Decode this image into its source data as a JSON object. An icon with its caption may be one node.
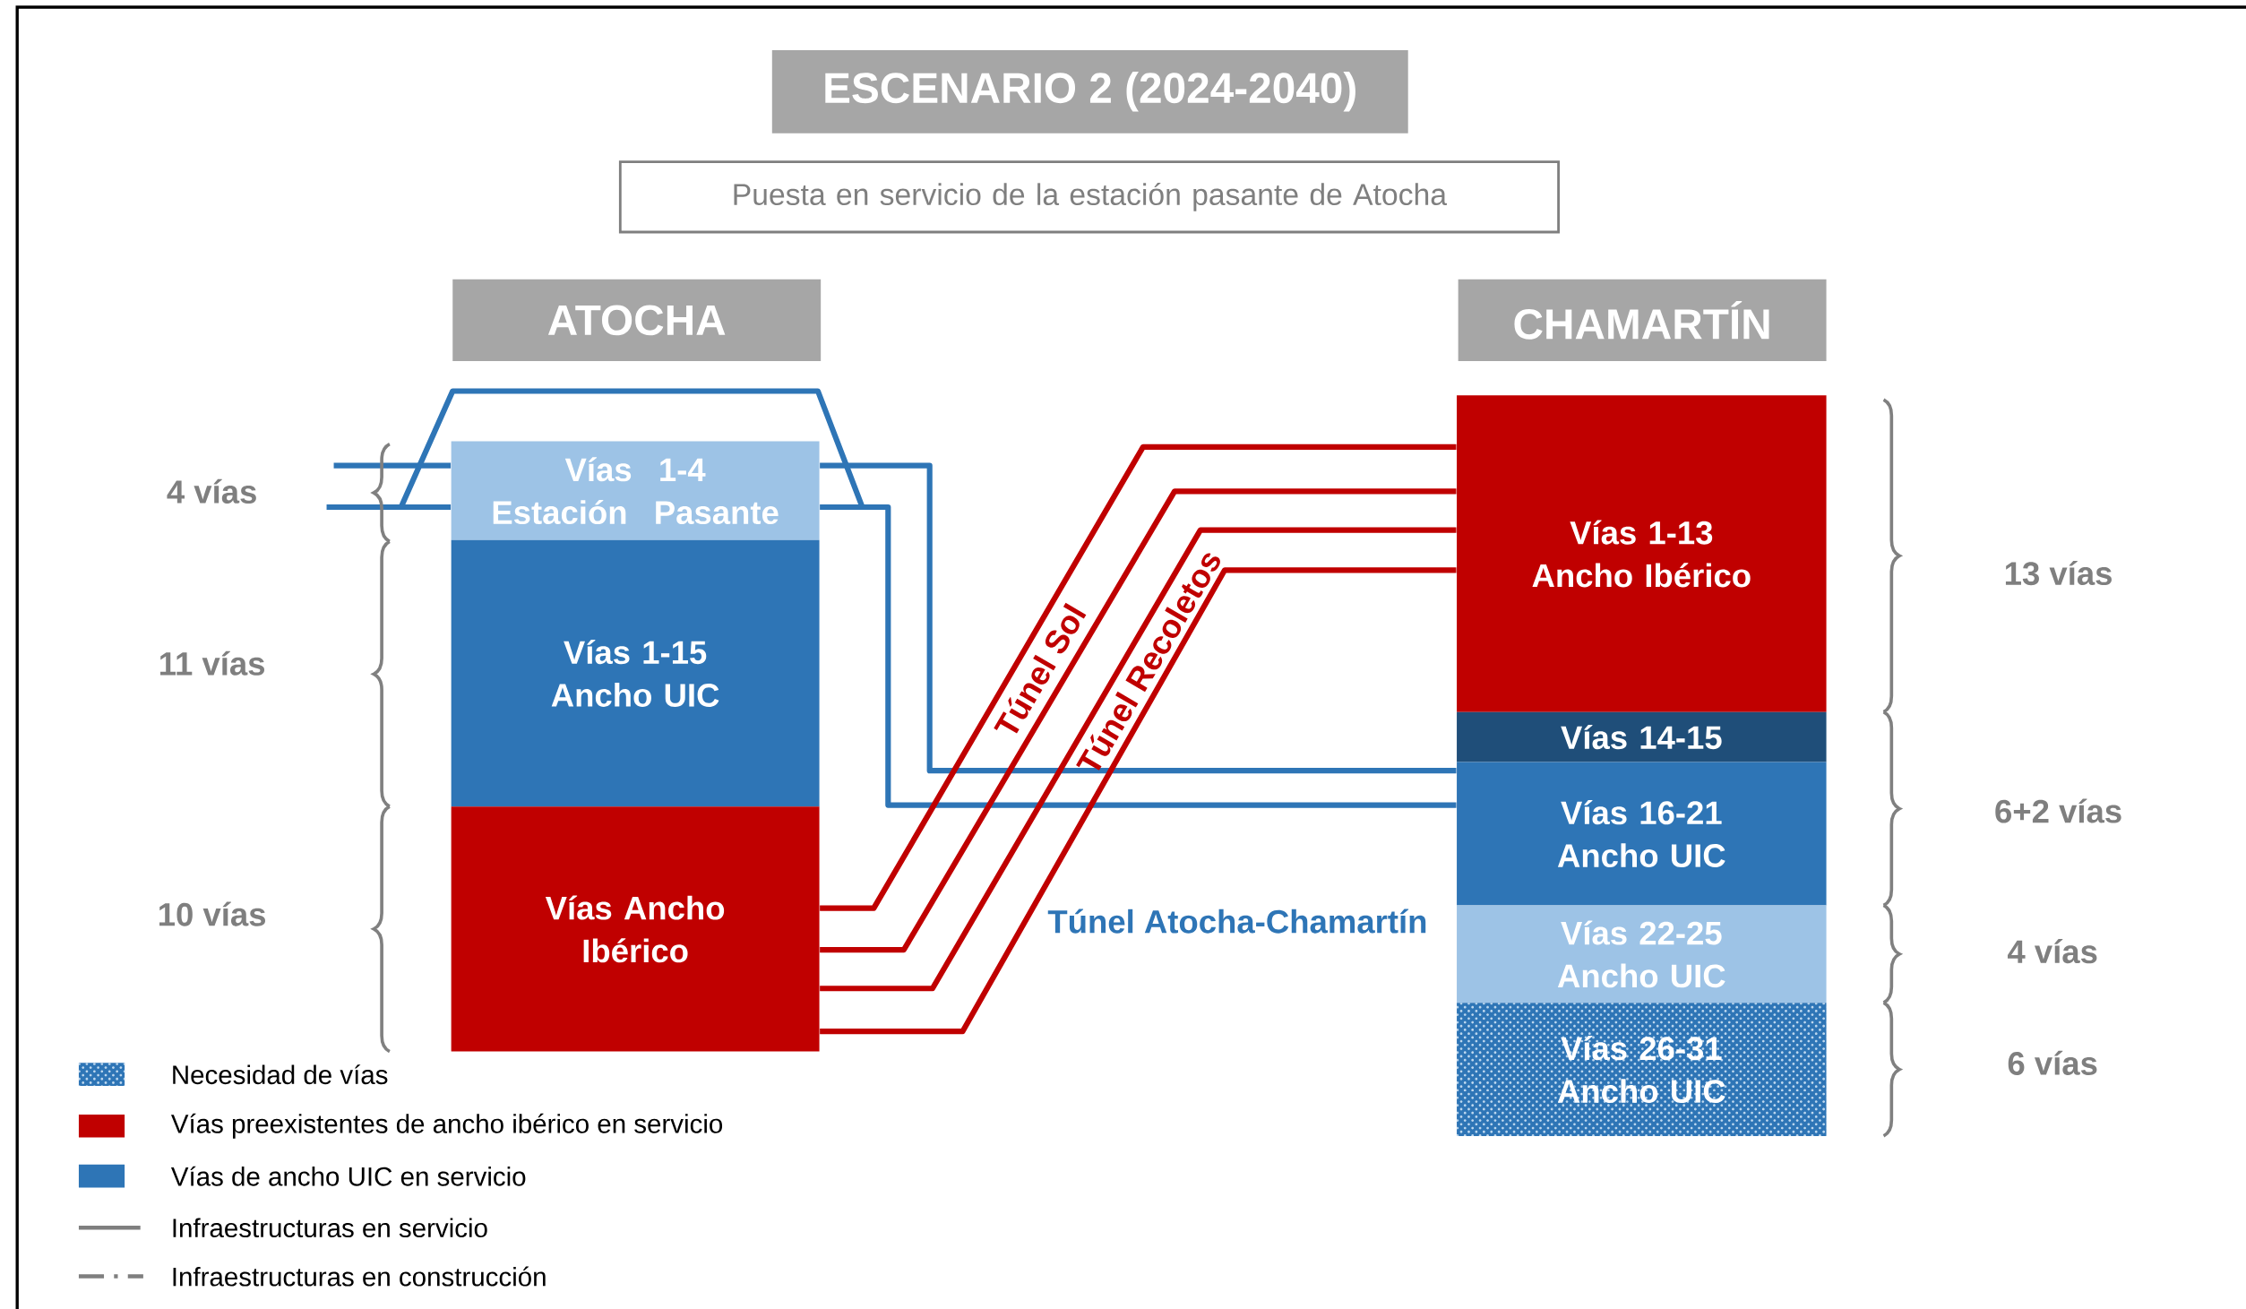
{
  "diagram": {
    "title": "ESCENARIO 2 (2024-2040)",
    "nodes": [
      {
        "text": [
          "Puesta en servicio de la estación pasante de Atocha"
        ]
      },
      {
        "text": [
          "ATOCHA"
        ]
      },
      {
        "text": [
          "CHAMARTÍN"
        ]
      },
      {
        "text": [
          "Vías 1-4 Estación Pasante"
        ]
      },
      {
        "text": [
          "Vías 1-15 Ancho UIC"
        ]
      },
      {
        "text": [
          "Vías Ancho Ibérico"
        ]
      },
      {
        "text": [
          "Vías 1-13 Ancho Ibérico"
        ]
      },
      {
        "text": [
          "Vías 14-15"
        ]
      },
      {
        "text": [
          "Vías 16-21 Ancho UIC"
        ]
      },
      {
        "text": [
          "Vías 22-25 Ancho UIC"
        ]
      },
      {
        "text": [
          "Vías 26-31 Ancho UIC"
        ]
      }
    ],
    "edges": [
      {
        "from": null,
        "to": 3,
        "arrow": "none",
        "color": "#2e75b6"
      },
      {
        "from": null,
        "to": 3,
        "arrow": "none",
        "color": "#2e75b6"
      },
      {
        "from": 3,
        "to": 8,
        "arrow": "none",
        "color": "#2e75b6"
      },
      {
        "from": 3,
        "to": 8,
        "arrow": "none",
        "color": "#2e75b6"
      },
      {
        "from": 5,
        "to": 6,
        "arrow": "none",
        "color": "#c00000",
        "label": "Túnel Sol"
      },
      {
        "from": 5,
        "to": 6,
        "arrow": "none",
        "color": "#c00000"
      },
      {
        "from": 5,
        "to": 6,
        "arrow": "none",
        "color": "#c00000",
        "label": "Túnel Recoletos"
      },
      {
        "from": 5,
        "to": 6,
        "arrow": "none",
        "color": "#c00000"
      }
    ],
    "labels": [
      "4 vías",
      "11 vías",
      "10 vías",
      "Túnel Atocha-Chamartín",
      "13 vías",
      "6+2 vías",
      "4 vías",
      "6 vías"
    ],
    "legend": [
      {
        "text": "Necesidad de vías"
      },
      {
        "text": "Vías preexistentes de ancho ibérico en servicio",
        "color": "#c00000"
      },
      {
        "text": "Vías de ancho UIC en servicio",
        "color": "#2e75b6"
      },
      {
        "text": "Infraestructuras en servicio"
      },
      {
        "text": "Infraestructuras en construcción"
      }
    ]
  }
}
